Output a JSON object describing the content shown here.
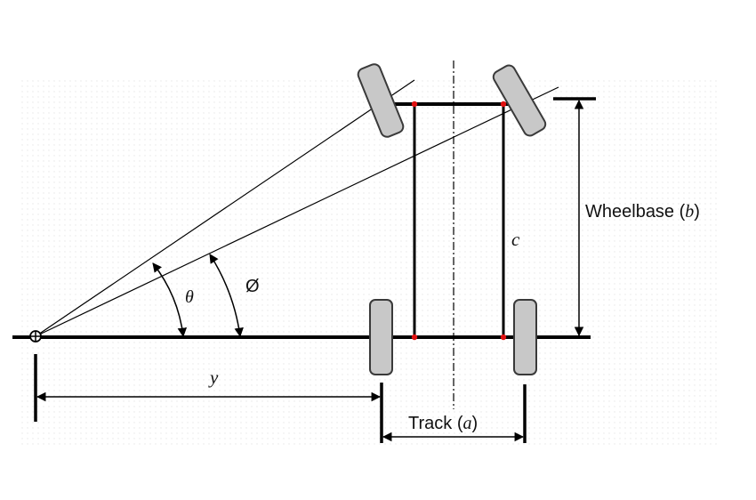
{
  "diagram": {
    "title": "",
    "labels": {
      "theta": "θ",
      "phi": "Ø",
      "c": "c",
      "y": "y",
      "wheelbase_text": "Wheelbase (",
      "wheelbase_var": "b",
      "wheelbase_close": ")",
      "track_text": "Track (",
      "track_var": "a",
      "track_close": ")"
    },
    "colors": {
      "line": "#000000",
      "tire_fill": "#c8c8c8",
      "tire_stroke": "#3a3a3a",
      "joint": "#e01010",
      "background_dots": "#e6e6e6"
    }
  }
}
